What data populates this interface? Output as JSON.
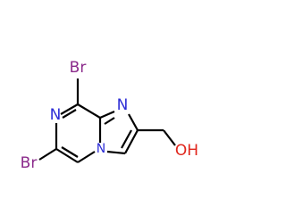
{
  "molecule": {
    "atoms": {
      "br8": {
        "text": "Br",
        "color": "#8b2a8b"
      },
      "br6": {
        "text": "Br",
        "color": "#8b2a8b"
      },
      "n7": {
        "text": "N",
        "color": "#2e2ed6"
      },
      "n1": {
        "text": "N",
        "color": "#2e2ed6"
      },
      "n4": {
        "text": "N",
        "color": "#2e2ed6"
      },
      "oh": {
        "text": "OH",
        "color": "#e0251b"
      }
    },
    "bond_color": "#000000"
  }
}
